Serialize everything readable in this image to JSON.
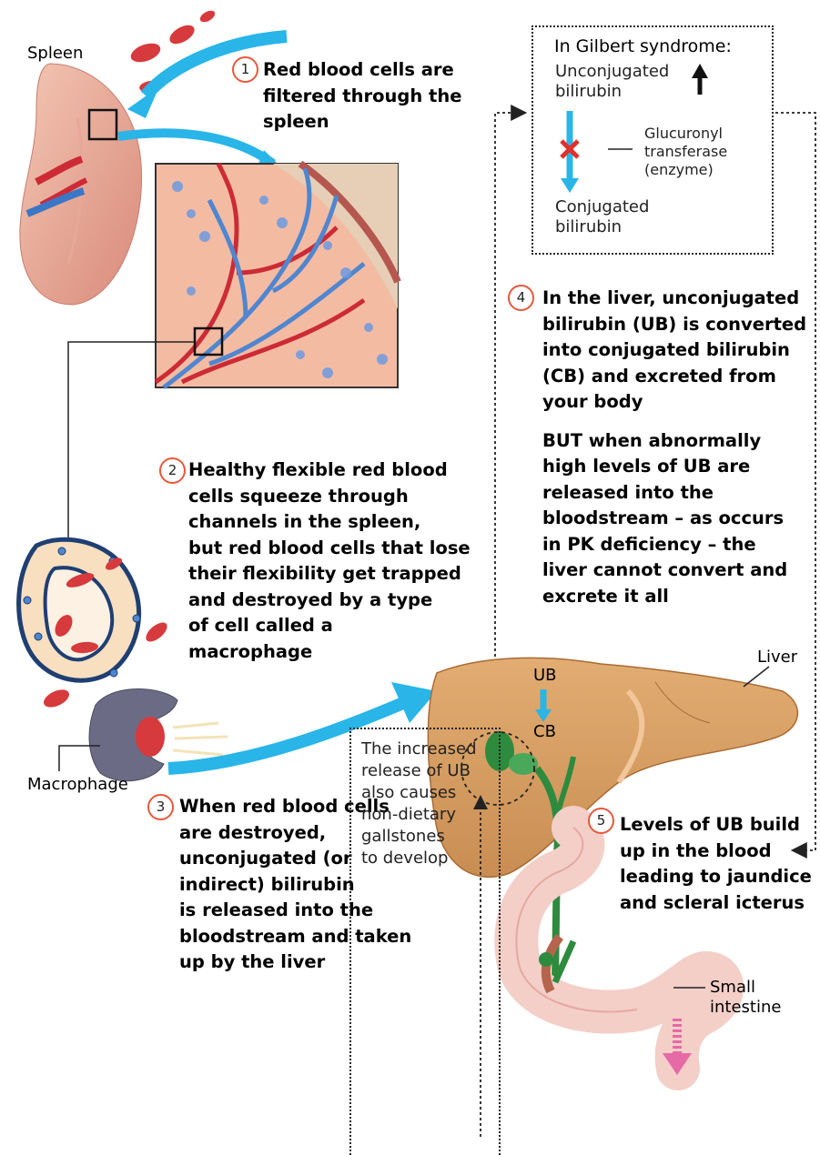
{
  "labels": {
    "spleen": "Spleen",
    "macrophage": "Macrophage",
    "liver": "Liver",
    "small_intestine_1": "Small",
    "small_intestine_2": "intestine",
    "ub": "UB",
    "cb": "CB"
  },
  "gilbert": {
    "title": "In Gilbert syndrome:",
    "unconj_1": "Unconjugated",
    "unconj_2": "bilirubin",
    "enzyme_1": "Glucuronyl",
    "enzyme_2": "transferase",
    "enzyme_3": "(enzyme)",
    "conj_1": "Conjugated",
    "conj_2": "bilirubin"
  },
  "steps": [
    {
      "num": "1",
      "lines": [
        "Red blood cells are",
        "filtered through the",
        "spleen"
      ]
    },
    {
      "num": "2",
      "lines": [
        "Healthy flexible red blood",
        "cells squeeze through",
        "channels in the  spleen,",
        "but red blood cells that lose",
        "their flexibility get trapped",
        "and destroyed by a type",
        "of cell called a",
        "macrophage"
      ]
    },
    {
      "num": "3",
      "lines": [
        "When red blood cells",
        "are destroyed,",
        "unconjugated (or",
        "indirect) bilirubin",
        "is released into the",
        "bloodstream and taken",
        "up by the liver"
      ]
    },
    {
      "num": "4",
      "lines": [
        "In the liver, unconjugated",
        "bilirubin (UB) is converted",
        "into conjugated bilirubin",
        "(CB) and excreted from",
        "your body"
      ],
      "extra_lines": [
        "BUT when abnormally",
        "high levels of UB are",
        "released  into the",
        "bloodstream – as occurs",
        "in PK deficiency – the",
        "liver cannot convert and",
        "excrete it all"
      ]
    },
    {
      "num": "5",
      "lines": [
        "Levels of UB build",
        "up in the blood",
        "leading to jaundice",
        "and scleral icterus"
      ]
    }
  ],
  "note": {
    "lines": [
      "The increased",
      "release of UB",
      "also causes",
      "non-dietary",
      "gallstones",
      "to develop"
    ]
  },
  "colors": {
    "accent_number": "#e8583c",
    "arrow_blue": "#29b5e8",
    "blood_red": "#d8333a",
    "liver": "#d9a36a",
    "gallbladder": "#2e8b3e"
  }
}
